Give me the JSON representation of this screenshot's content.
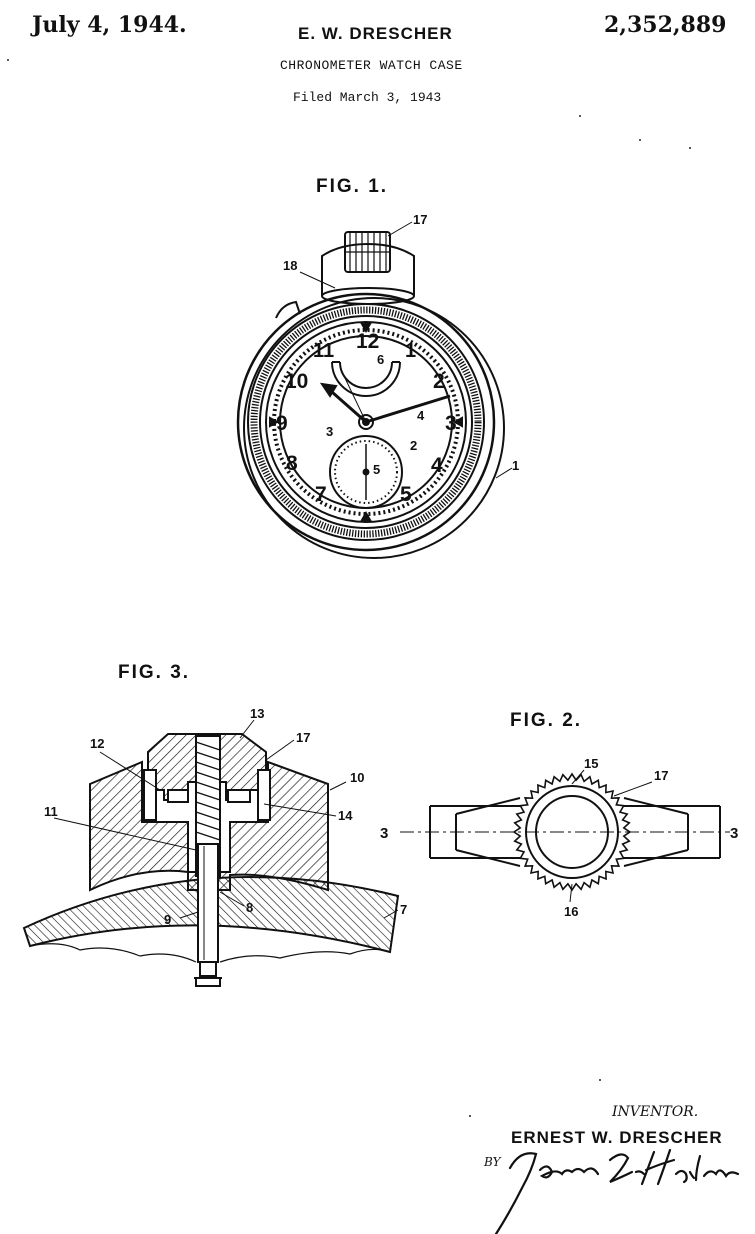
{
  "header": {
    "date": "July 4, 1944.",
    "inventor_short": "E. W. DRESCHER",
    "patent_number": "2,352,889",
    "title": "CHRONOMETER WATCH CASE",
    "filed": "Filed March 3, 1943"
  },
  "figures": {
    "fig1_label": "FIG. 1.",
    "fig2_label": "FIG. 2.",
    "fig3_label": "FIG. 3."
  },
  "fig1": {
    "dial_numbers": [
      "12",
      "1",
      "2",
      "3",
      "4",
      "5",
      "7",
      "8",
      "9",
      "10",
      "11"
    ],
    "refs": [
      "17",
      "18",
      "1",
      "6",
      "4",
      "3",
      "2",
      "5"
    ]
  },
  "fig2": {
    "refs": [
      "15",
      "17",
      "3",
      "3",
      "16"
    ]
  },
  "fig3": {
    "refs": [
      "13",
      "12",
      "17",
      "10",
      "11",
      "14",
      "9",
      "8",
      "7"
    ]
  },
  "signature": {
    "inventor_label": "INVENTOR.",
    "inventor_name": "ERNEST W. DRESCHER",
    "by_label": "BY",
    "attorney_signature": "James M. Heilman"
  }
}
